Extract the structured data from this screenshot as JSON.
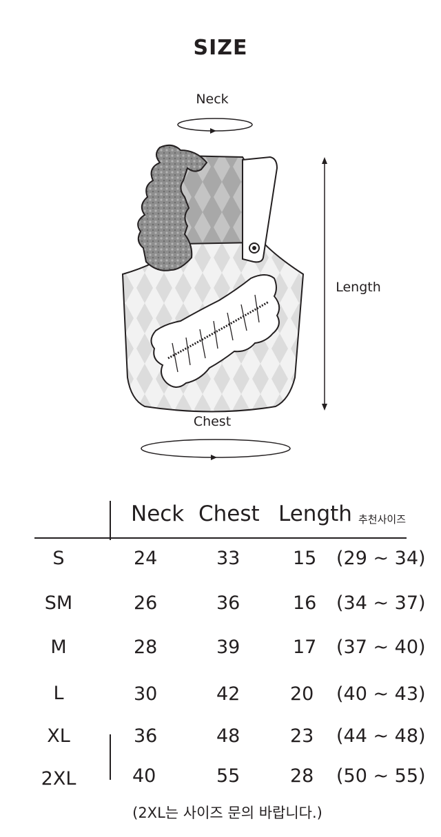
{
  "title": "SIZE",
  "diagram": {
    "neck_label": "Neck",
    "length_label": "Length",
    "chest_label": "Chest"
  },
  "table": {
    "headers": [
      "Neck",
      "Chest",
      "Length"
    ],
    "recommended_label": "추천사이즈",
    "rows": [
      {
        "size": "S",
        "neck": "24",
        "chest": "33",
        "length": "15",
        "range": "(29 ~ 34)"
      },
      {
        "size": "SM",
        "neck": "26",
        "chest": "36",
        "length": "16",
        "range": "(34 ~ 37)"
      },
      {
        "size": "M",
        "neck": "28",
        "chest": "39",
        "length": "17",
        "range": "(37 ~ 40)"
      },
      {
        "size": "L",
        "neck": "30",
        "chest": "42",
        "length": "20",
        "range": "(40 ~ 43)"
      },
      {
        "size": "XL",
        "neck": "36",
        "chest": "48",
        "length": "23",
        "range": "(44 ~ 48)"
      },
      {
        "size": "2XL",
        "neck": "40",
        "chest": "55",
        "length": "28",
        "range": "(50 ~ 55)"
      }
    ]
  },
  "note": "(2XL는 사이즈 문의 바랍니다.)"
}
